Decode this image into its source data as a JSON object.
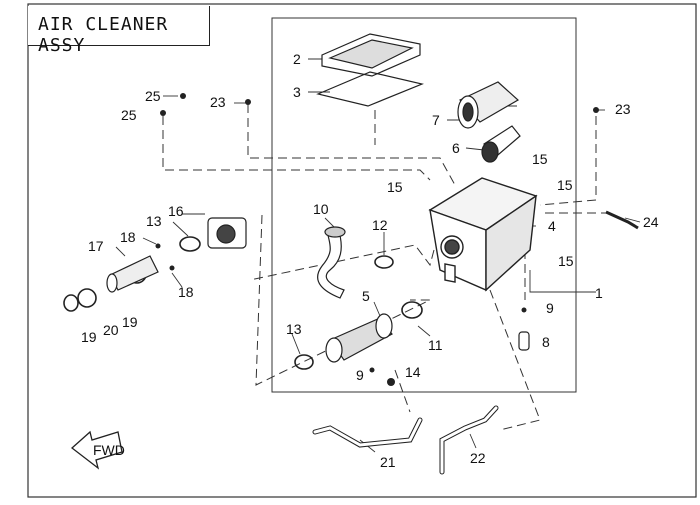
{
  "title": "AIR CLEANER ASSY",
  "fwd_label": "FWD",
  "callouts": [
    {
      "id": "c1",
      "label": "1"
    },
    {
      "id": "c2",
      "label": "2"
    },
    {
      "id": "c3",
      "label": "3"
    },
    {
      "id": "c4",
      "label": "4"
    },
    {
      "id": "c5",
      "label": "5"
    },
    {
      "id": "c6",
      "label": "6"
    },
    {
      "id": "c7",
      "label": "7"
    },
    {
      "id": "c8",
      "label": "8"
    },
    {
      "id": "c9a",
      "label": "9"
    },
    {
      "id": "c9b",
      "label": "9"
    },
    {
      "id": "c10",
      "label": "10"
    },
    {
      "id": "c11",
      "label": "11"
    },
    {
      "id": "c12",
      "label": "12"
    },
    {
      "id": "c13a",
      "label": "13"
    },
    {
      "id": "c13b",
      "label": "13"
    },
    {
      "id": "c14",
      "label": "14"
    },
    {
      "id": "c15a",
      "label": "15"
    },
    {
      "id": "c15b",
      "label": "15"
    },
    {
      "id": "c15c",
      "label": "15"
    },
    {
      "id": "c15d",
      "label": "15"
    },
    {
      "id": "c16",
      "label": "16"
    },
    {
      "id": "c17",
      "label": "17"
    },
    {
      "id": "c18a",
      "label": "18"
    },
    {
      "id": "c18b",
      "label": "18"
    },
    {
      "id": "c19a",
      "label": "19"
    },
    {
      "id": "c19b",
      "label": "19"
    },
    {
      "id": "c20",
      "label": "20"
    },
    {
      "id": "c21",
      "label": "21"
    },
    {
      "id": "c22",
      "label": "22"
    },
    {
      "id": "c23a",
      "label": "23"
    },
    {
      "id": "c23b",
      "label": "23"
    },
    {
      "id": "c24",
      "label": "24"
    },
    {
      "id": "c25a",
      "label": "25"
    },
    {
      "id": "c25b",
      "label": "25"
    }
  ]
}
